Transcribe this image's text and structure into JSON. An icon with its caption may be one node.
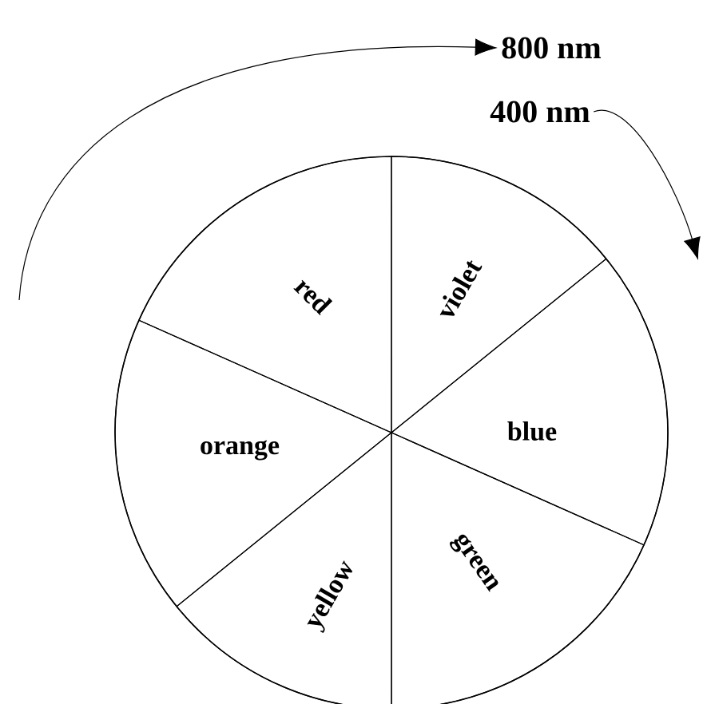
{
  "diagram": {
    "nodes": [
      {
        "text": [
          "800 nm"
        ]
      },
      {
        "text": [
          "400 nm"
        ]
      },
      {
        "text": [
          "red"
        ]
      },
      {
        "text": [
          "violet"
        ]
      },
      {
        "text": [
          "orange"
        ]
      },
      {
        "text": [
          "blue"
        ]
      },
      {
        "text": [
          "yellow"
        ]
      },
      {
        "text": [
          "green"
        ]
      }
    ],
    "edges": [
      {
        "from": null,
        "to": 0,
        "arrow": "to"
      },
      {
        "from": 1,
        "to": null,
        "arrow": "to"
      }
    ]
  }
}
